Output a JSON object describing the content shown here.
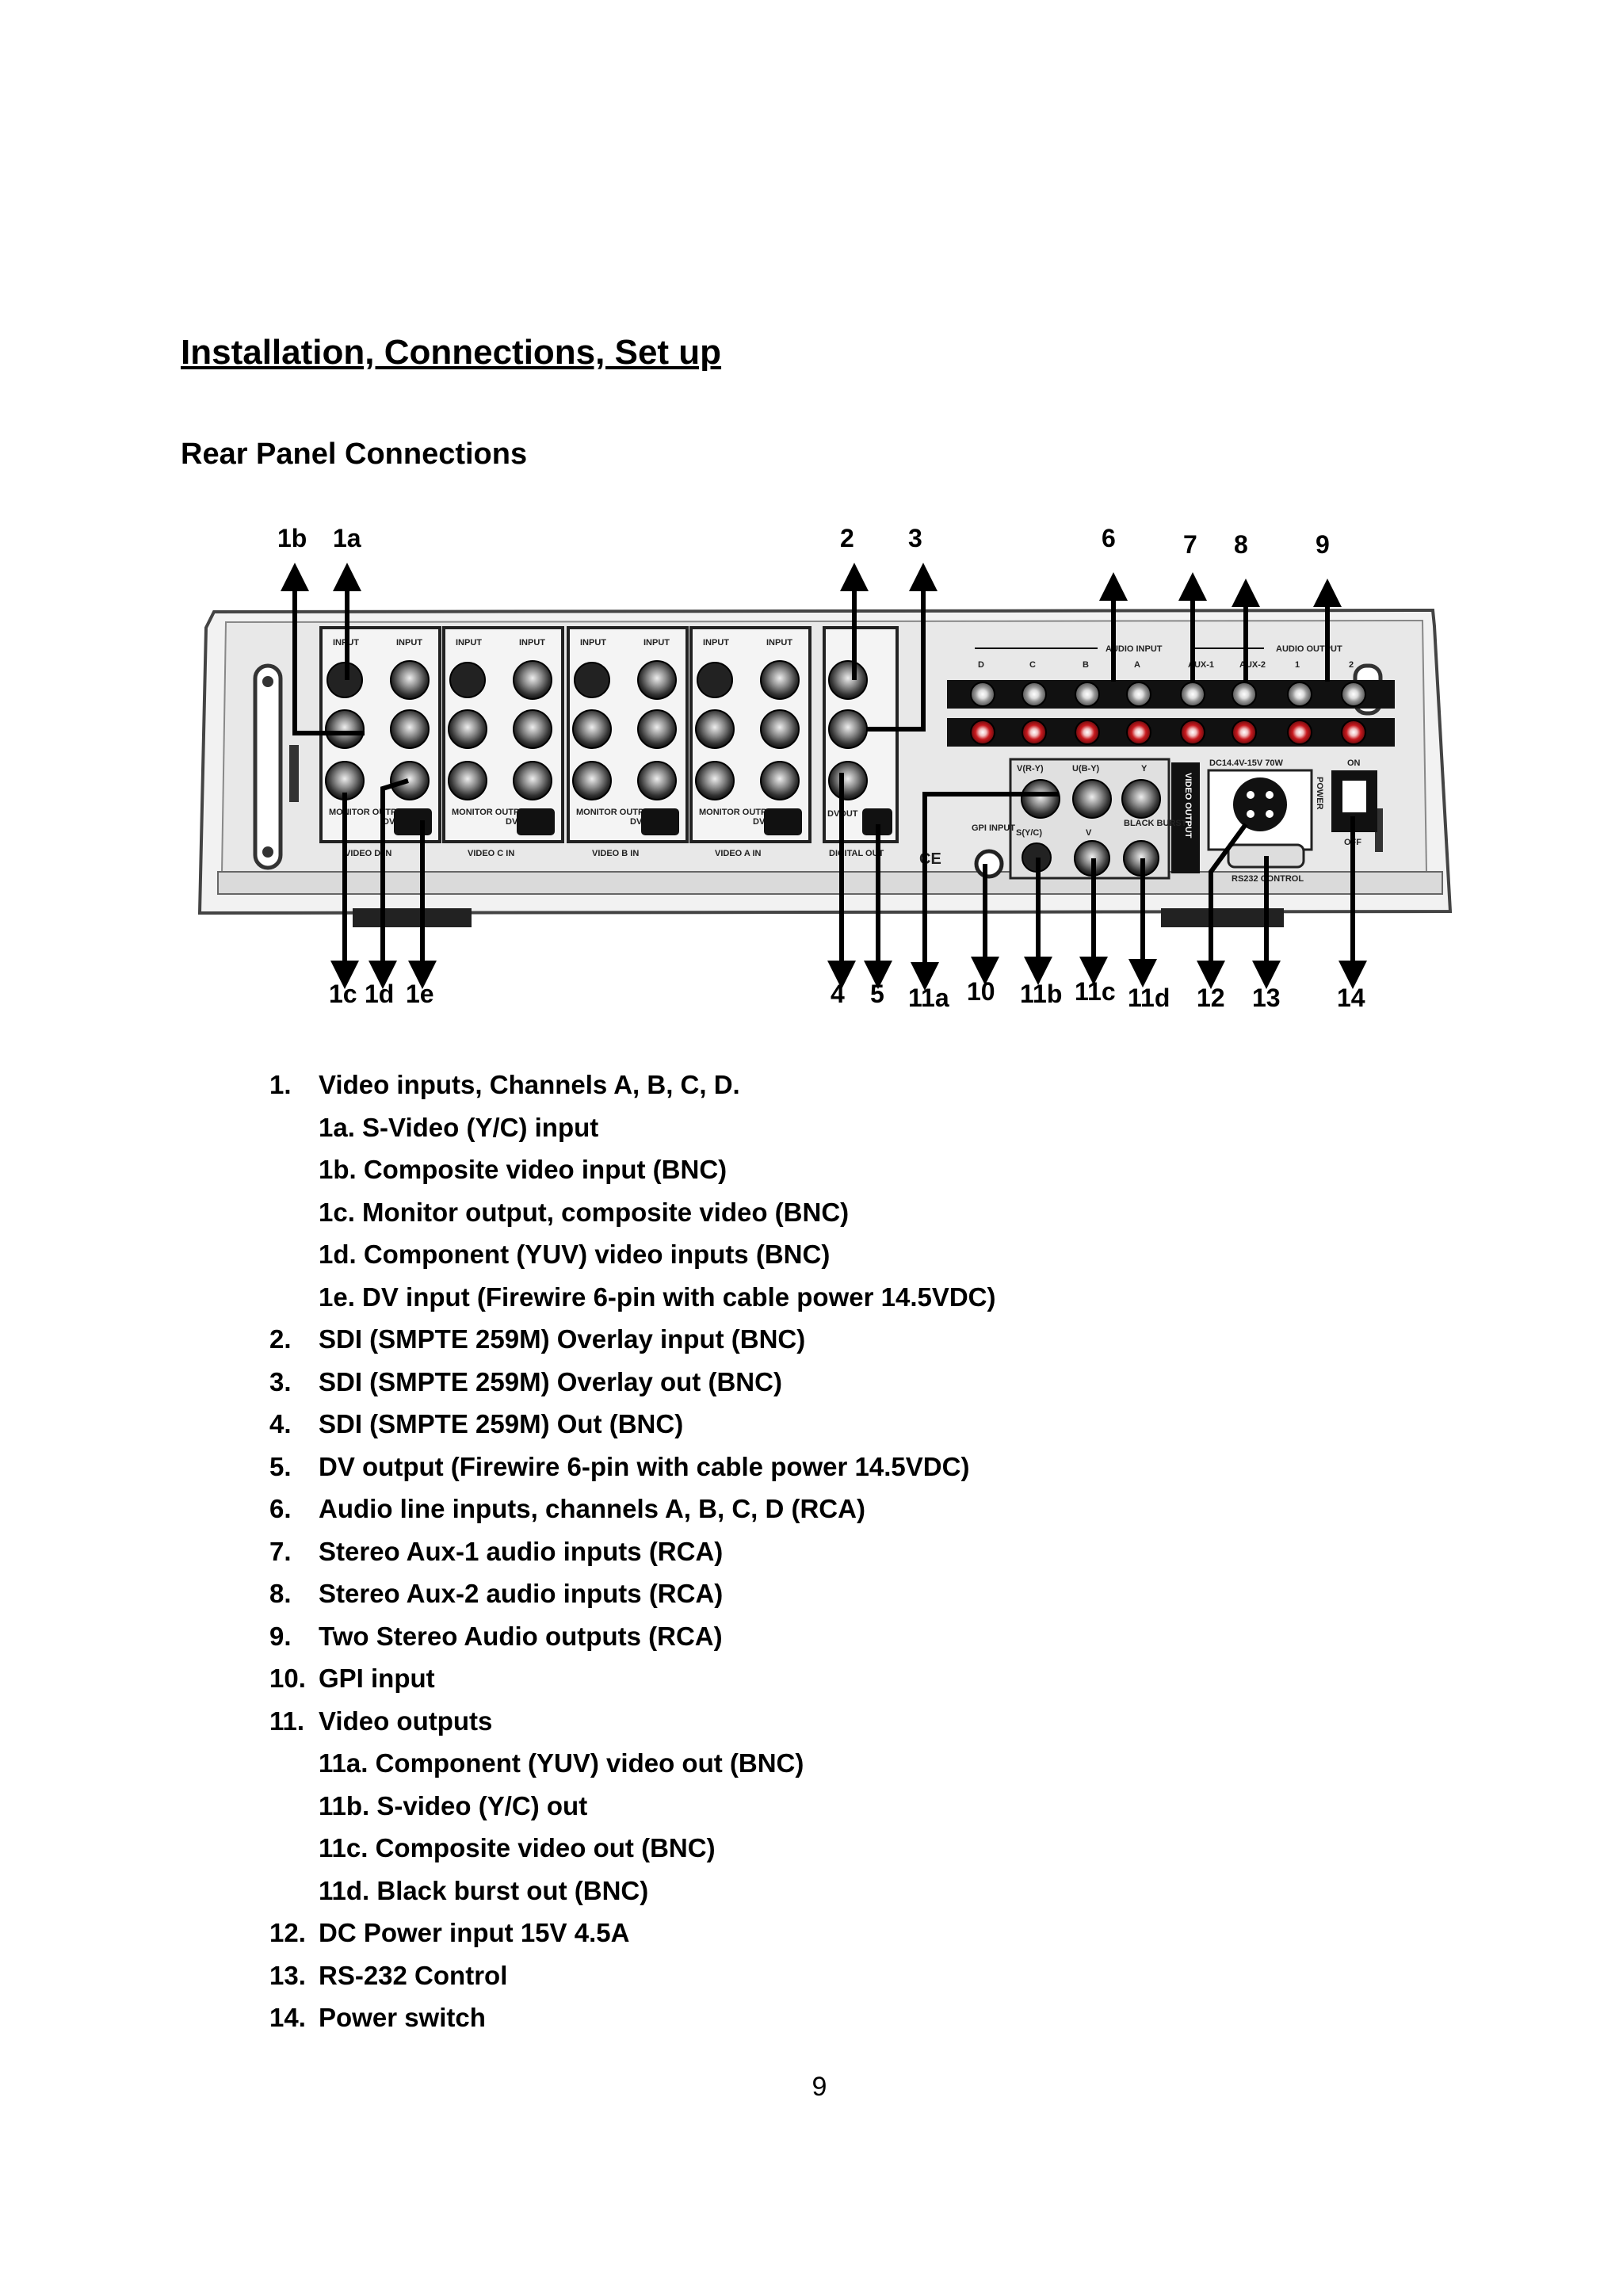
{
  "header": {
    "title": "Installation, Connections, Set up",
    "subtitle": "Rear Panel Connections"
  },
  "figure": {
    "callouts_top": [
      "1b",
      "1a",
      "2",
      "3",
      "6",
      "7",
      "8",
      "9"
    ],
    "callouts_bottom": [
      "1c",
      "1d",
      "1e",
      "4",
      "5",
      "11a",
      "10",
      "11b",
      "11c",
      "11d",
      "12",
      "13",
      "14"
    ],
    "panel_labels": {
      "video_d_in": "VIDEO D IN",
      "video_c_in": "VIDEO C IN",
      "video_b_in": "VIDEO B IN",
      "video_a_in": "VIDEO A IN",
      "digital_out": "DIGITAL OUT",
      "audio_input": "AUDIO INPUT",
      "audio_output": "AUDIO OUTPUT",
      "video_output": "VIDEO OUTPUT",
      "gpi_input": "GPI INPUT",
      "rs232_control": "RS232 CONTROL",
      "dc_rating": "DC14.4V-15V 70W",
      "power": "POWER",
      "on": "ON",
      "off": "OFF",
      "monitor_output": "MONITOR OUTPUT",
      "input": "INPUT",
      "svideo": "S(Y/C)",
      "v_ry": "V(R-Y)",
      "u_by": "U(B-Y)",
      "y": "Y",
      "v": "V",
      "black_burst": "BLACK BURST",
      "audio_channels": [
        "D",
        "C",
        "B",
        "A",
        "AUX-1",
        "AUX-2",
        "1",
        "2"
      ],
      "ce": "CE",
      "dv_in": "DV IN",
      "dv_out": "DVOUT"
    }
  },
  "legend": [
    {
      "num": "1.",
      "text": "Video inputs, Channels A, B, C, D."
    },
    {
      "num": "",
      "text": "1a. S-Video (Y/C) input"
    },
    {
      "num": "",
      "text": "1b. Composite video input (BNC)"
    },
    {
      "num": "",
      "text": "1c. Monitor output, composite video (BNC)"
    },
    {
      "num": "",
      "text": "1d. Component (YUV) video inputs (BNC)"
    },
    {
      "num": "",
      "text": "1e. DV input (Firewire 6-pin with cable power 14.5VDC)"
    },
    {
      "num": "2.",
      "text": "SDI (SMPTE 259M) Overlay input (BNC)"
    },
    {
      "num": "3.",
      "text": "SDI (SMPTE 259M) Overlay out (BNC)"
    },
    {
      "num": "4.",
      "text": "SDI (SMPTE 259M) Out (BNC)"
    },
    {
      "num": "5.",
      "text": "DV output (Firewire 6-pin with cable power 14.5VDC)"
    },
    {
      "num": "6.",
      "text": "Audio line inputs, channels A, B, C, D (RCA)"
    },
    {
      "num": "7.",
      "text": "Stereo Aux-1 audio inputs (RCA)"
    },
    {
      "num": "8.",
      "text": "Stereo Aux-2 audio inputs (RCA)"
    },
    {
      "num": "9.",
      "text": "Two Stereo Audio outputs (RCA)"
    },
    {
      "num": "10.",
      "text": "GPI input"
    },
    {
      "num": "11.",
      "text": "Video outputs"
    },
    {
      "num": "",
      "text": "11a. Component (YUV) video out (BNC)"
    },
    {
      "num": "",
      "text": "11b. S-video (Y/C) out"
    },
    {
      "num": "",
      "text": "11c. Composite video out (BNC)"
    },
    {
      "num": "",
      "text": "11d. Black burst out (BNC)"
    },
    {
      "num": "12.",
      "text": "DC Power input 15V 4.5A"
    },
    {
      "num": "13.",
      "text": "RS-232 Control"
    },
    {
      "num": "14.",
      "text": "Power switch"
    }
  ],
  "footer": {
    "page_number": "9"
  }
}
